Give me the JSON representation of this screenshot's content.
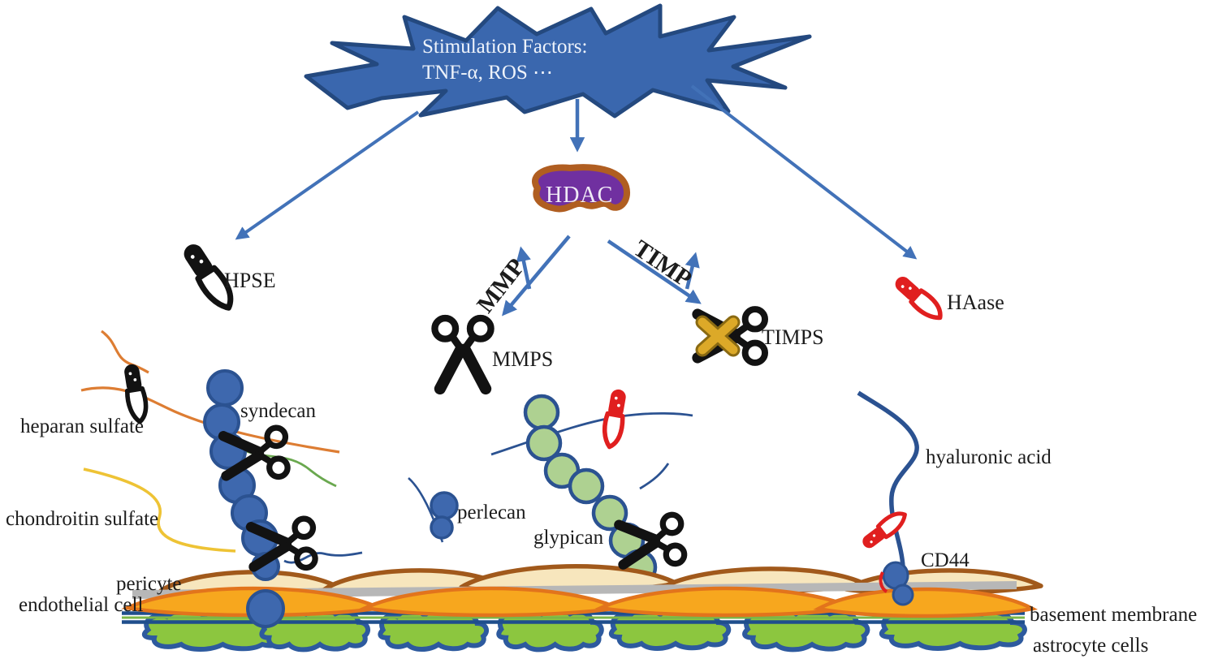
{
  "figure": {
    "stimulation": {
      "line1": "Stimulation Factors:",
      "line2": "TNF-α, ROS ⋯"
    },
    "hdac_label": "HDAC",
    "regulation": {
      "mmp_label": "MMP",
      "timp_label": "TIMP"
    },
    "enzymes": {
      "hpse": "HPSE",
      "mmps": "MMPS",
      "timps": "TIMPS",
      "haase": "HAase"
    },
    "molecules": {
      "heparan": "heparan sulfate",
      "chondroitin": "chondroitin sulfate",
      "syndecan": "syndecan",
      "perlecan": "perlecan",
      "glypican": "glypican",
      "hyaluronic": "hyaluronic acid",
      "cd44": "CD44"
    },
    "layers": {
      "pericyte": "pericyte",
      "endothelial": "endothelial cell",
      "basement": "basement membrane",
      "astrocyte": "astrocyte cells"
    },
    "icons": [
      "starburst-icon",
      "hdac-blob-icon",
      "arrow-icon",
      "knife-icon-black",
      "knife-icon-red",
      "scissors-icon",
      "blocked-scissors-icon",
      "gold-x-icon",
      "bead-chain-icon",
      "cell-membrane-icon"
    ],
    "colors": {
      "arrow_blue": "#4272b8",
      "starburst_fill": "#3a67ae",
      "starburst_edge": "#24497f",
      "hdac_purple": "#7030a0",
      "hdac_edge": "#b05e21",
      "enzyme_black": "#121212",
      "enzyme_red": "#e01f1f",
      "timps_gold": "#dca928",
      "bead_blue": "#3e68ae",
      "bead_green": "#aed191",
      "outline_navy": "#2b5291",
      "heparan_orange": "#dd7d33",
      "chondroitin_yellow": "#eec335",
      "fragment_green": "#6aa84f",
      "pericyte_cream": "#f7e6bd",
      "pericyte_edge": "#a1591b",
      "gray_stripe": "#b7b7b7",
      "endothelial_orange": "#f7a71e",
      "endothelial_edge": "#e2741c",
      "basement_green": "#7ab648",
      "astrocyte_green": "#8cc63f"
    }
  }
}
